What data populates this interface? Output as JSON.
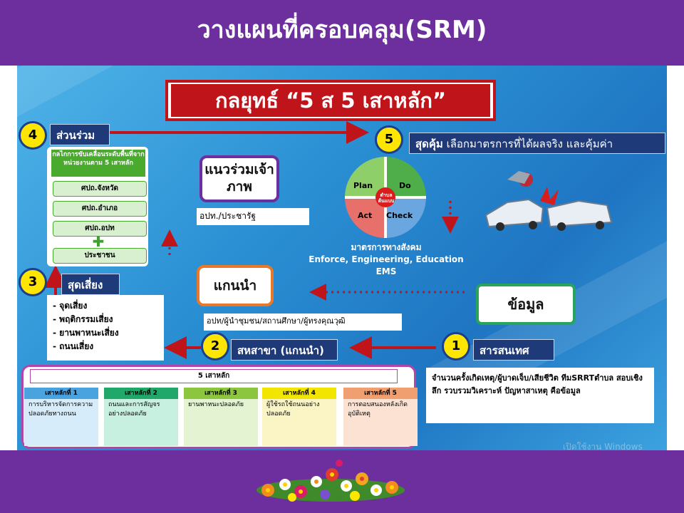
{
  "title": "วางแผนที่ครอบคลุม(SRM)",
  "strategy": "กลยุทธ์    “5 ส 5 เสาหลัก”",
  "steps": {
    "n1": "1",
    "n2": "2",
    "n3": "3",
    "n4": "4",
    "n5": "5",
    "s1": "สารสนเทศ",
    "s2": "สหสาขา (แกนนำ)",
    "s3": "สุดเสี่ยง",
    "s4": "ส่วนร่วม",
    "s5_bold": "สุดคุ้ม",
    "s5_rest": " เลือกมาตรการที่ได้ผลจริง และคุ้มค่า"
  },
  "mechanism": {
    "heading": "กลไกการขับเคลื่อนระดับพื้นที่จากหน่วยงานตาม 5 เสาหลัก",
    "items": [
      "ศปถ.จังหวัด",
      "ศปถ.อำเภอ",
      "ศปถ.อปท",
      "ประชาชน"
    ]
  },
  "partner": {
    "label": "แนวร่วมเจ้าภาพ",
    "sub": "อปท./ประชารัฐ"
  },
  "cycle": {
    "plan": "Plan",
    "do": "Do",
    "act": "Act",
    "check": "Check",
    "center": "ตำบลต้นแบบ"
  },
  "measures": {
    "line1": "มาตรการทางสังคม",
    "line2": "Enforce, Engineering, Education",
    "line3": "EMS"
  },
  "lead": {
    "label": "แกนนำ",
    "sub": "อปท/ผู้นำชุมชน/สถานศึกษา/ผู้ทรงคุณวุฒิ"
  },
  "data_box": "ข้อมูล",
  "risks": [
    "-  จุดเสี่ยง",
    "-  พฤติกรรมเสี่ยง",
    "-  ยานพาหนะเสี่ยง",
    "-  ถนนเสี่ยง"
  ],
  "info": "จำนวนครั้งเกิดเหตุ/ผู้บาดเจ็บ/เสียชีวิต ทีมSRRTตำบล สอบเชิงลึก รวบรวมวิเคราะห์ ปัญหาสาเหตุ  คือข้อมูล",
  "pillars": {
    "title": "5 เสาหลัก",
    "items": [
      {
        "head": "เสาหลักที่ 1",
        "body": "การบริหารจัดการความปลอดภัยทางถนน",
        "head_color": "#4aa3df",
        "body_color": "#d6ecfa"
      },
      {
        "head": "เสาหลักที่ 2",
        "body": "ถนนและการสัญจรอย่างปลอดภัย",
        "head_color": "#1fa86a",
        "body_color": "#c8f0e0"
      },
      {
        "head": "เสาหลักที่ 3",
        "body": "ยานพาหนะปลอดภัย",
        "head_color": "#8cc63f",
        "body_color": "#e4f3d2"
      },
      {
        "head": "เสาหลักที่ 4",
        "body": "ผู้ใช้รถใช้ถนนอย่างปลอดภัย",
        "head_color": "#f2e600",
        "body_color": "#fbf5c6"
      },
      {
        "head": "เสาหลักที่ 5",
        "body": "การตอบสนองหลังเกิดอุบัติเหตุ",
        "head_color": "#f0a070",
        "body_color": "#fbe2d2"
      }
    ]
  },
  "watermark": "เปิดใช้งาน Windows",
  "colors": {
    "header": "#6e2f9e",
    "strategy_red": "#c0141b",
    "navy": "#1f3a78",
    "arrow_red": "#c0141b"
  }
}
